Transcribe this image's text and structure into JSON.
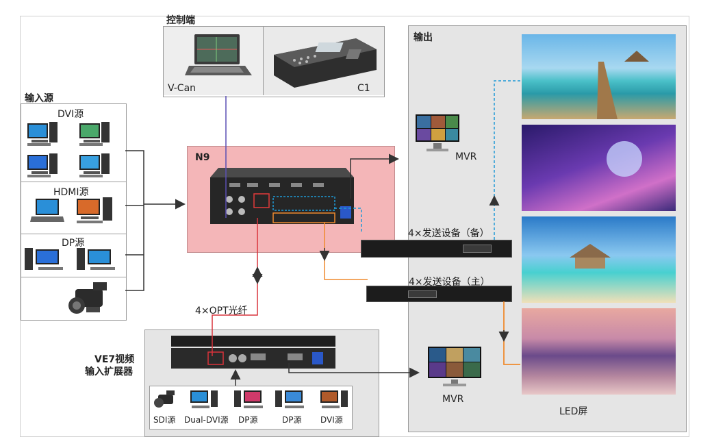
{
  "labels": {
    "control_title": "控制端",
    "vcan": "V-Can",
    "c1": "C1",
    "input_title": "输入源",
    "dvi_src": "DVI源",
    "hdmi_src": "HDMI源",
    "dp_src": "DP源",
    "n9": "N9",
    "output_title": "输出",
    "mvr_top": "MVR",
    "sender_backup": "4×发送设备（备）",
    "sender_main": "4×发送设备（主）",
    "opt": "4×OPT光纤",
    "ve7_line1": "VE7视频",
    "ve7_line2": "输入扩展器",
    "mvr_bottom": "MVR",
    "led": "LED屏",
    "ve7_inputs": [
      "SDI源",
      "Dual-DVI源",
      "DP源",
      "DP源",
      "DVI源"
    ]
  },
  "colors": {
    "n9_panel": "#f4b6b8",
    "gray_panel": "#e5e5e5",
    "purple_line": "#5a4fb3",
    "red_line": "#d9333b",
    "orange_line": "#ef8a2e",
    "blue_dash": "#1e9ad6",
    "dark_line": "#333333"
  },
  "icons": [
    "laptop-icon",
    "console-icon",
    "desktop-pc-icon",
    "camcorder-icon",
    "monitor-icon",
    "rack-device-icon",
    "led-panel-image"
  ]
}
